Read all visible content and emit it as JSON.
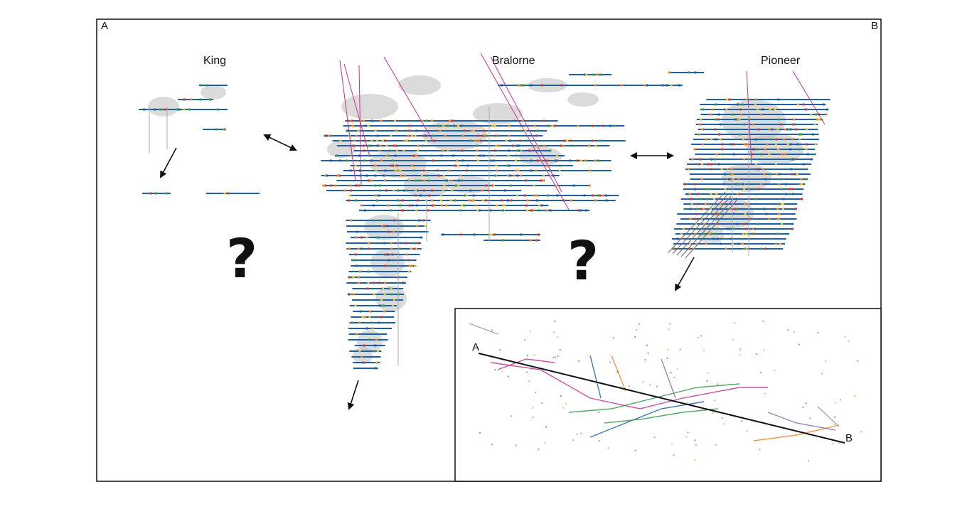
{
  "section": {
    "end_a": "A",
    "end_b": "B"
  },
  "mines": [
    {
      "name": "King"
    },
    {
      "name": "Bralorne"
    },
    {
      "name": "Pioneer"
    }
  ],
  "unknown_marks": [
    "?",
    "?"
  ],
  "inset": {
    "line_start": "A",
    "line_end": "B"
  },
  "colors": {
    "drillhole_blue": "#1f5fa8",
    "assay_orange": "#f08a24",
    "assay_yellow": "#e8c23a",
    "assay_green": "#3a9a4a",
    "assay_red": "#d23a2a",
    "inclined_hole_magenta": "#c2338f",
    "vein_model_grey": "#bdbdbd",
    "frame": "#111111"
  },
  "icons": [
    "double-arrow-icon",
    "down-left-arrow-icon"
  ]
}
